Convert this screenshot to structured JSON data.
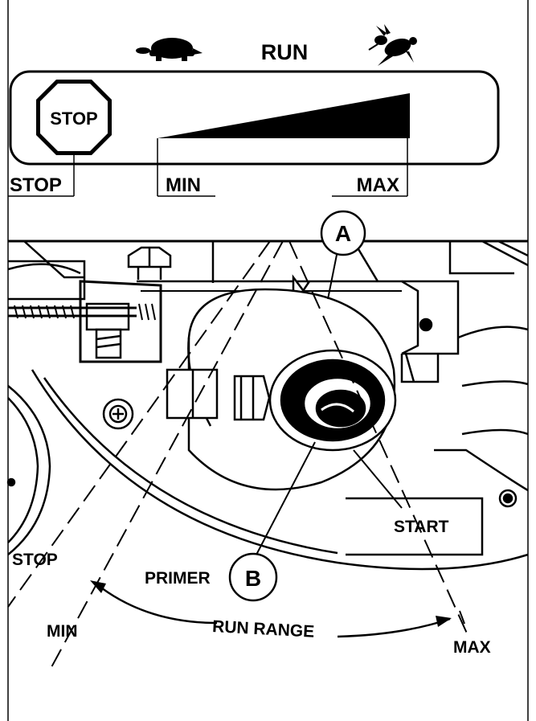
{
  "throttle_panel": {
    "run_label": "RUN",
    "stop_sign_text": "STOP",
    "stop_label": "STOP",
    "min_label": "MIN",
    "max_label": "MAX",
    "slow_icon": "turtle-icon",
    "fast_icon": "rabbit-icon"
  },
  "callouts": {
    "a": "A",
    "b": "B"
  },
  "engine_labels": {
    "start": "START",
    "stop": "STOP",
    "primer": "PRIMER",
    "min": "MIN",
    "run_range": "RUN RANGE",
    "max": "MAX"
  },
  "colors": {
    "ink": "#000000",
    "paper": "#ffffff"
  }
}
